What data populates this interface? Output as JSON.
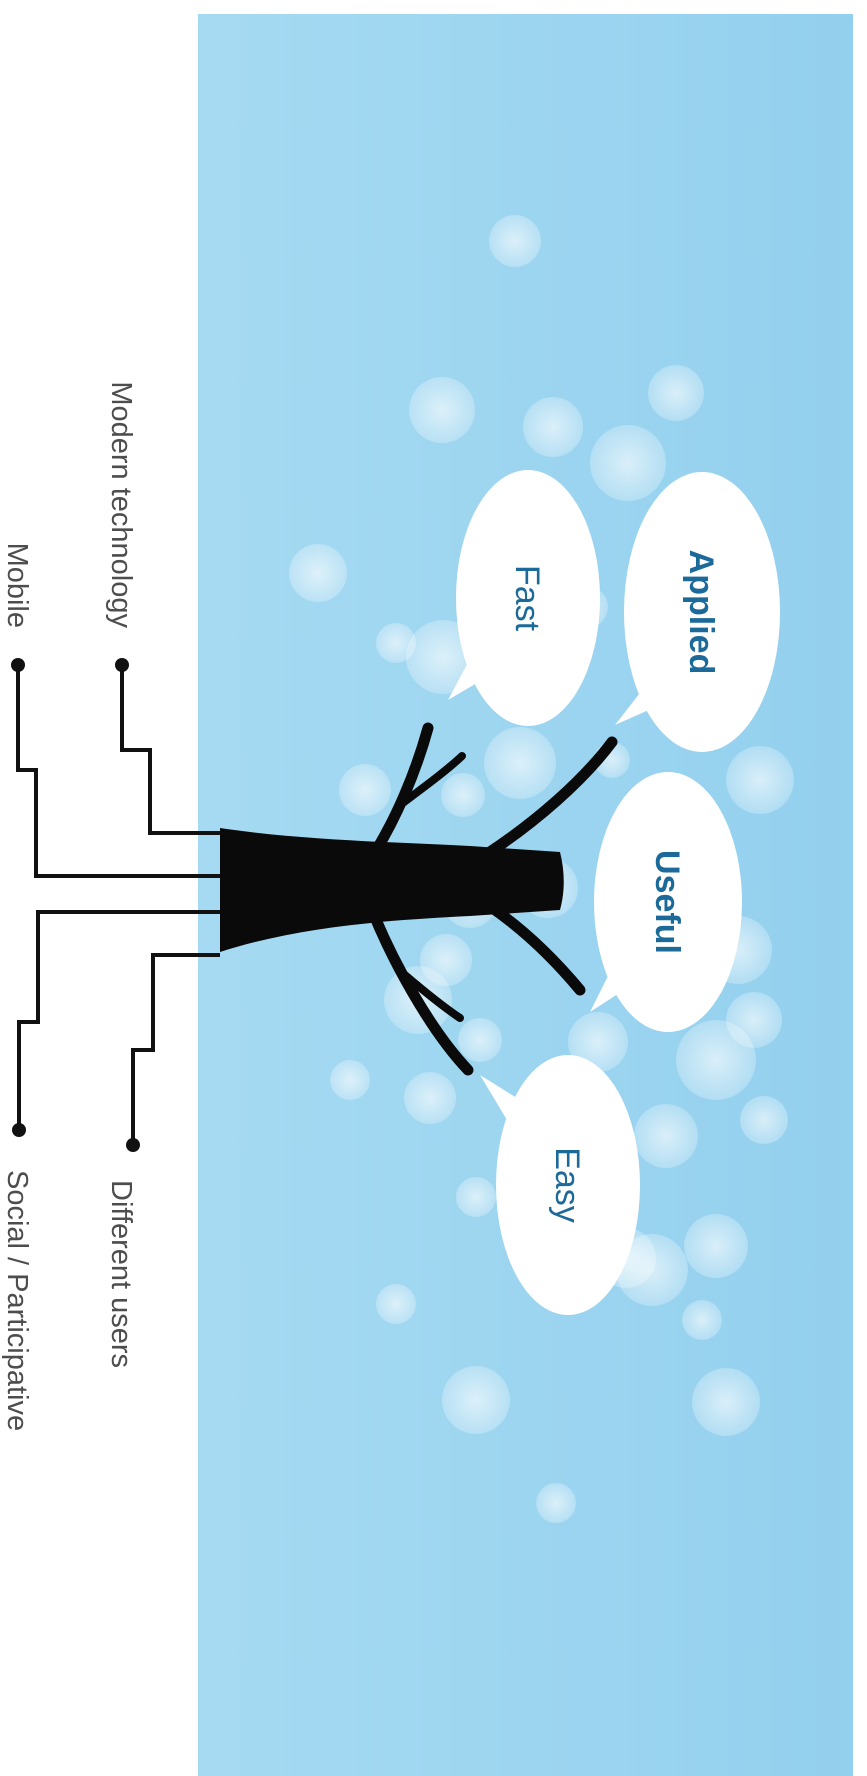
{
  "colors": {
    "background_panel": "#9dd6f0",
    "bokeh": "#ffffff",
    "bubble_fill": "#ffffff",
    "bubble_text": "#1c6a9a",
    "tree": "#0a0a0a",
    "root_lines": "#111111",
    "root_text": "#4d4d4d"
  },
  "roots": [
    {
      "id": "modern-technology",
      "label": "Modern technology"
    },
    {
      "id": "mobile",
      "label": "Mobile"
    },
    {
      "id": "different-users",
      "label": "Different users"
    },
    {
      "id": "social-participative",
      "label": "Social / Participative"
    }
  ],
  "bubbles": [
    {
      "id": "applied",
      "label": "Applied",
      "bold": true
    },
    {
      "id": "fast",
      "label": "Fast",
      "bold": false
    },
    {
      "id": "useful",
      "label": "Useful",
      "bold": true
    },
    {
      "id": "easy",
      "label": "Easy",
      "bold": false
    }
  ]
}
